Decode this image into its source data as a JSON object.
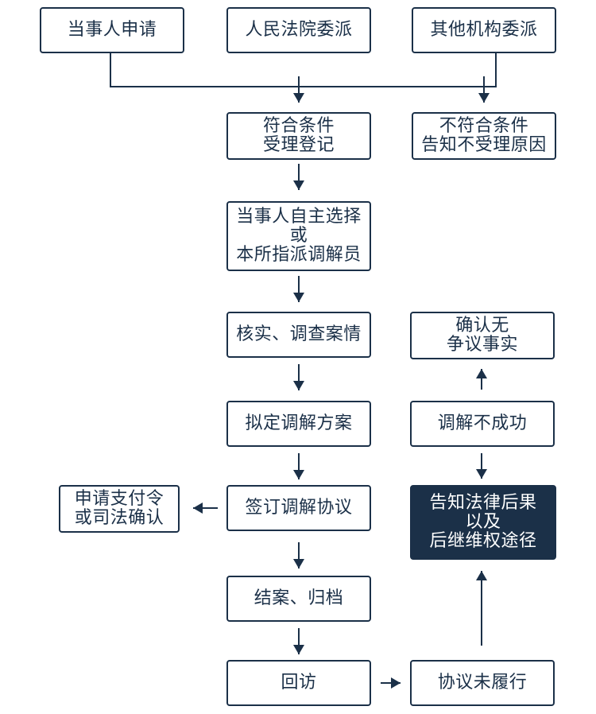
{
  "colors": {
    "stroke": "#1b3048",
    "dark_fill": "#1b3048",
    "background": "#ffffff"
  },
  "nodes": {
    "party_application": {
      "lines": [
        "当事人申请"
      ]
    },
    "court_referral": {
      "lines": [
        "人民法院委派"
      ]
    },
    "other_referral": {
      "lines": [
        "其他机构委派"
      ]
    },
    "accept_register": {
      "lines": [
        "符合条件",
        "受理登记"
      ]
    },
    "reject_notice": {
      "lines": [
        "不符合条件",
        "告知不受理原因"
      ]
    },
    "choose_mediator": {
      "lines": [
        "当事人自主选择",
        "或",
        "本所指派调解员"
      ]
    },
    "verify_investigate": {
      "lines": [
        "核实、调查案情"
      ]
    },
    "draft_plan": {
      "lines": [
        "拟定调解方案"
      ]
    },
    "sign_agreement": {
      "lines": [
        "签订调解协议"
      ]
    },
    "apply_payment_order": {
      "lines": [
        "申请支付令",
        "或司法确认"
      ]
    },
    "close_archive": {
      "lines": [
        "结案、归档"
      ]
    },
    "follow_up_visit": {
      "lines": [
        "回访"
      ]
    },
    "agreement_unfulfilled": {
      "lines": [
        "协议未履行"
      ]
    },
    "legal_consequences": {
      "lines": [
        "告知法律后果",
        "以及",
        "后继维权途径"
      ]
    },
    "mediation_failed": {
      "lines": [
        "调解不成功"
      ]
    },
    "confirm_undisputed": {
      "lines": [
        "确认无",
        "争议事实"
      ]
    }
  }
}
